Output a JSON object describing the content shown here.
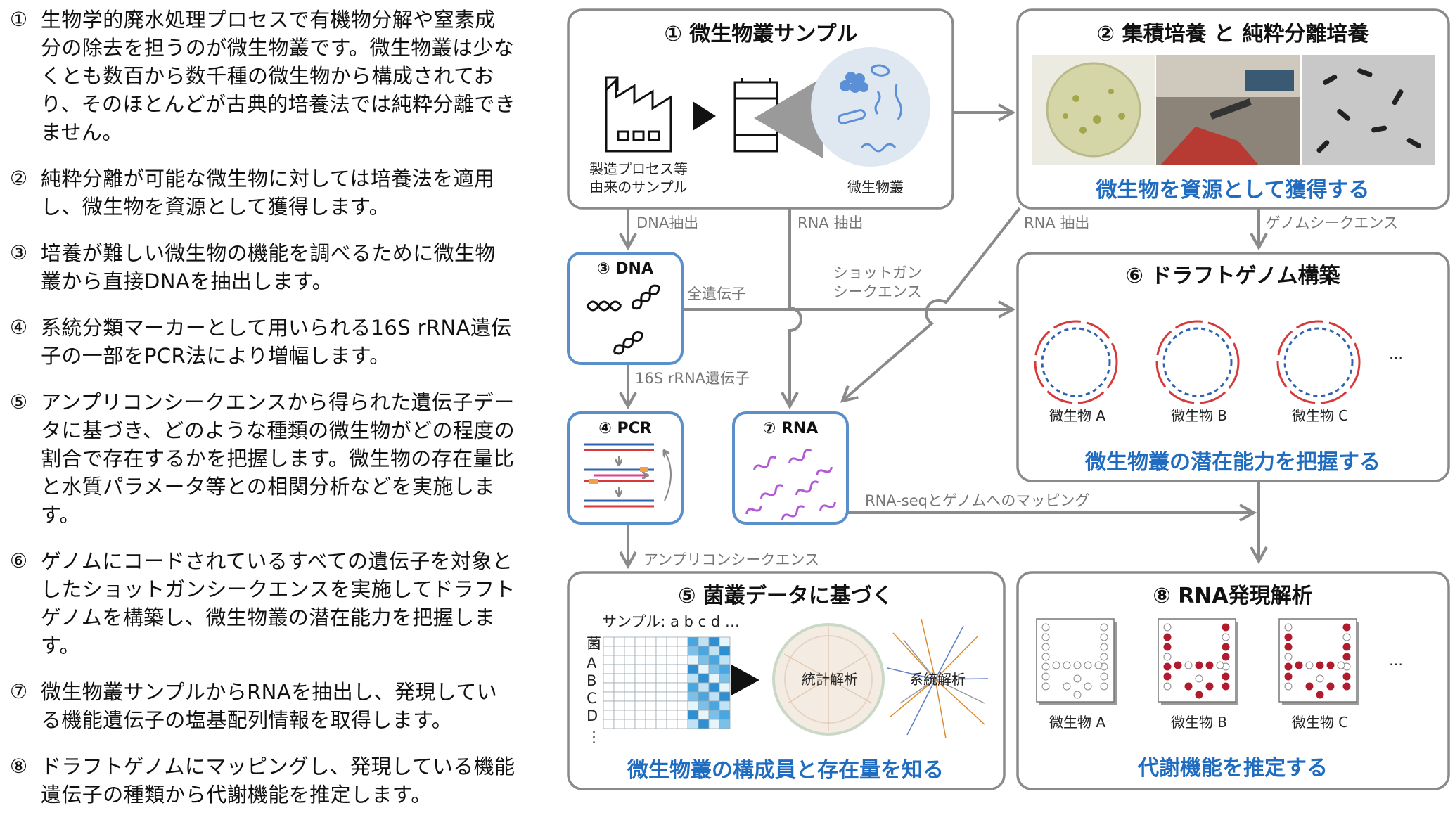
{
  "steps": [
    {
      "num": "①",
      "text": "生物学的廃水処理プロセスで有機物分解や窒素成分の除去を担うのが微生物叢です。微生物叢は少なくとも数百から数千種の微生物から構成されており、そのほとんどが古典的培養法では純粋分離できません。"
    },
    {
      "num": "②",
      "text": "純粋分離が可能な微生物に対しては培養法を適用し、微生物を資源として獲得します。"
    },
    {
      "num": "③",
      "text": "培養が難しい微生物の機能を調べるために微生物叢から直接DNAを抽出します。"
    },
    {
      "num": "④",
      "text": "系統分類マーカーとして用いられる16S rRNA遺伝子の一部をPCR法により増幅します。"
    },
    {
      "num": "⑤",
      "text": "アンプリコンシークエンスから得られた遺伝子データに基づき、どのような種類の微生物がどの程度の割合で存在するかを把握します。微生物の存在量比と水質パラメータ等との相関分析などを実施します。"
    },
    {
      "num": "⑥",
      "text": "ゲノムにコードされているすべての遺伝子を対象としたショットガンシークエンスを実施してドラフトゲノムを構築し、微生物叢の潜在能力を把握します。"
    },
    {
      "num": "⑦",
      "text": "微生物叢サンプルからRNAを抽出し、発現している機能遺伝子の塩基配列情報を取得します。"
    },
    {
      "num": "⑧",
      "text": "ドラフトゲノムにマッピングし、発現している機能遺伝子の種類から代謝機能を推定します。"
    }
  ],
  "boxes": {
    "sample": {
      "title": "① 微生物叢サンプル",
      "caption_left_1": "製造プロセス等",
      "caption_left_2": "由来のサンプル",
      "caption_right": "微生物叢"
    },
    "culture": {
      "title": "② 集積培養 と 純粋分離培養",
      "subtitle": "微生物を資源として獲得する"
    },
    "dna": {
      "title": "③ DNA"
    },
    "pcr": {
      "title": "④ PCR"
    },
    "rna": {
      "title": "⑦ RNA"
    },
    "genome": {
      "title": "⑥ ドラフトゲノム構築",
      "subtitle": "微生物叢の潜在能力を把握する",
      "labels": [
        "微生物 A",
        "微生物 B",
        "微生物 C"
      ],
      "ellipsis": "…"
    },
    "community": {
      "title": "⑤ 菌叢データに基づく",
      "subtitle": "微生物叢の構成員と存在量を知る",
      "sample_header": "サンプル: a  b  c  d  …",
      "row_header": "菌",
      "rows": [
        "A",
        "B",
        "C",
        "D",
        "⋮"
      ],
      "stat_label": "統計解析",
      "phylo_label": "系統解析"
    },
    "expression": {
      "title": "⑧ RNA発現解析",
      "subtitle": "代謝機能を推定する",
      "labels": [
        "微生物 A",
        "微生物 B",
        "微生物 C"
      ],
      "ellipsis": "…"
    }
  },
  "edges": {
    "dna_extract": "DNA抽出",
    "rna_extract_1": "RNA 抽出",
    "rna_extract_2": "RNA 抽出",
    "genome_seq": "ゲノムシークエンス",
    "all_genes": "全遺伝子",
    "shotgun_1": "ショットガン",
    "shotgun_2": "シークエンス",
    "rrna_gene": "16S rRNA遺伝子",
    "amplicon": "アンプリコンシークエンス",
    "rnaseq": "RNA-seqとゲノムへのマッピング"
  },
  "colors": {
    "accent_blue": "#1f6cc0",
    "box_blue": "#5b8fc9",
    "arrow_gray": "#8a8a8a",
    "dna_red": "#d63a3a",
    "dna_blue": "#2f62b0",
    "rna_purple": "#b25ad6",
    "heat_blue": "#3a9ad9",
    "rna_node_red": "#b01c2e"
  }
}
